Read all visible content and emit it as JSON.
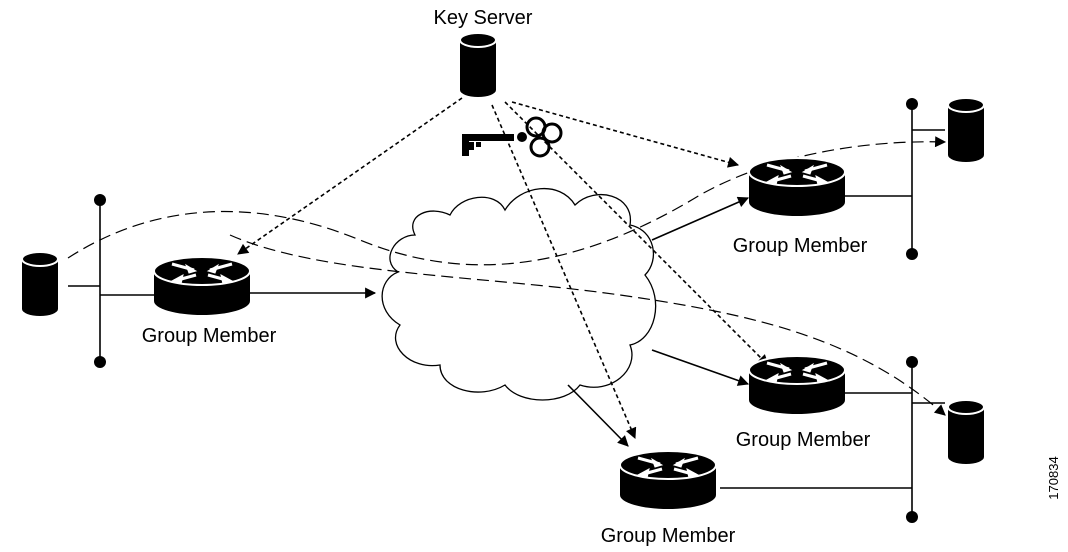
{
  "labels": {
    "key_server": "Key Server",
    "group_member_left": "Group Member",
    "group_member_top_right": "Group Member",
    "group_member_mid_right": "Group Member",
    "group_member_bottom": "Group Member"
  },
  "figure_id": "170834",
  "icons": [
    "database-icon",
    "router-icon",
    "key-icon",
    "cloud-icon"
  ]
}
